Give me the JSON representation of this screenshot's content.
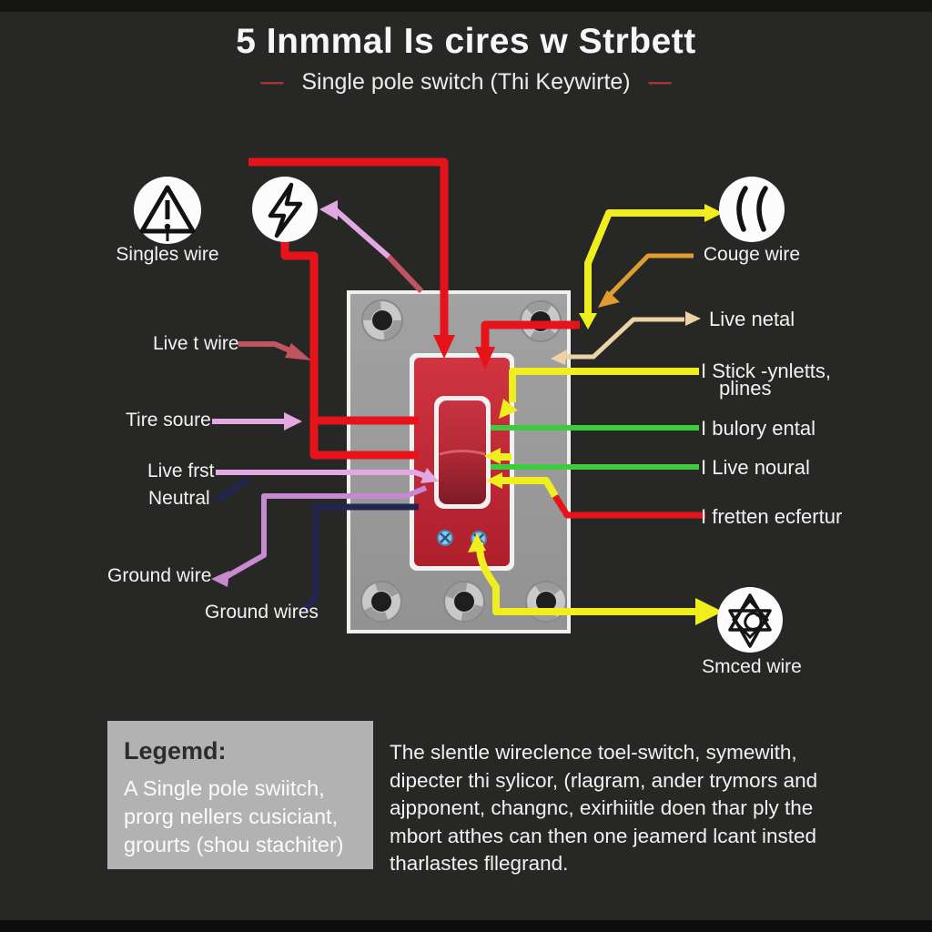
{
  "header": {
    "title": "5 Inmmal Is cires w Strbett",
    "subtitle": "Single pole switch (Thi Keywirte)",
    "dash": "—"
  },
  "labels": {
    "singles_wire": "Singles wire",
    "live_t_wire": "Live t wire",
    "tire_soure": "Tire soure",
    "live_frst": "Live frst",
    "neutral": "Neutral",
    "ground_wire": "Ground wire",
    "ground_wires": "Ground wires",
    "couge_wire": "Couge wire",
    "live_netal": "Live netal",
    "stick_ynletts_line1": "I Stick -ynletts,",
    "stick_ynletts_line2": "plines",
    "bulory_ental": "I bulory ental",
    "live_noural": "I Live noural",
    "fretten_ecfertur": "I fretten ecfertur",
    "smced_wire": "Smced wire"
  },
  "icons": {
    "warning": "warning-triangle-icon",
    "lightning": "lightning-bolt-icon",
    "wave": "double-wave-icon",
    "star": "star-spiral-icon"
  },
  "legend": {
    "heading": "Legemd:",
    "lines": [
      "A Single pole swiitch,",
      "prorg nellers cusiciant,",
      "grourts (shou stachiter)"
    ]
  },
  "description": {
    "lines": [
      "The slentle wireclence toel-switch, symewith,",
      "dipecter thi sylicor, (rlagram, ander trymors and",
      "ajpponent, changnc, exirhiitle doen thar ply the",
      "mbort atthes can then one jeamerd lcant insted",
      "tharlastes fllegrand."
    ]
  },
  "wire_colors": {
    "red": "#e6131a",
    "crimson": "#c05560",
    "plum": "#e2a8e2",
    "violet": "#c78ad2",
    "navy": "#22254f",
    "green": "#3ecb3c",
    "yellow": "#f1ee1f",
    "orange": "#df9c30",
    "tan": "#ecd2a6"
  },
  "switch_colors": {
    "plate_gray": "#9e9e9e",
    "plate_red": "#c62b36",
    "screw_blue": "#8cc6ea"
  }
}
